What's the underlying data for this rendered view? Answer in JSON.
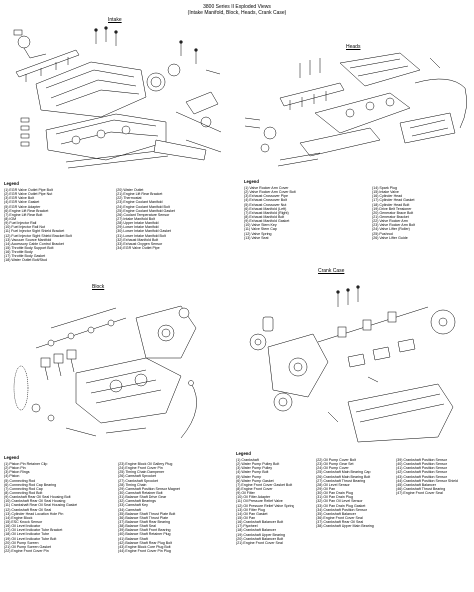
{
  "title": {
    "line1": "3800 Series II Exploded Views",
    "line2": "(Intake Manifold, Block, Heads, Crank Case)"
  },
  "sections": {
    "intake": "Intake",
    "heads": "Heads",
    "block": "Block",
    "crankcase": "Crank Case"
  },
  "legend_title": "Legend",
  "intake_legend": {
    "col1": [
      "(1) EGR Valve Outlet Pipe Bolt",
      "(2) EGR Valve Outlet Pipe Nut",
      "(3) EGR Valve Bolt",
      "(4) EGR Valve Gasket",
      "(5) EGR Valve Adapter",
      "(6) Engine Lift Rear Bracket",
      "(7) Engine Lift Rear Bolt",
      "(8) IGM",
      "(9) Fuel Injector Rail",
      "(10) Fuel Injector Rail Nut",
      "(11) Fuel Injector Sight Shield Bracket",
      "(12) Fuel Injector Sight Shield Bracket Bolt",
      "(13) Vacuum Source Manifold",
      "(14) Accessory Cable Control Bracket",
      "(15) Throttle Body Support Bolt",
      "(16) Throttle Body",
      "(17) Throttle Body Gasket",
      "(18) Water Outlet Bolt/Stud"
    ],
    "col2": [
      "(20) Water Outlet",
      "(21) Engine Lift Rear Bracket",
      "(22) Thermostat",
      "(23) Engine Coolant Manifold",
      "(24) Engine Coolant Manifold Bolt",
      "(25) Engine Coolant Manifold Gasket",
      "(26) Coolant Temperature Sensor",
      "(27) Intake Manifold Bolt",
      "(28) Upper Intake Manifold",
      "(29) Lower Intake Manifold",
      "(30) Lower Intake Manifold Gasket",
      "(31) Lower Intake Manifold Bolt",
      "(32) Exhaust Manifold Bolt",
      "(33) Exhaust Oxygen Sensor",
      "(34) EGR Valve Outlet Pipe"
    ]
  },
  "heads_legend": {
    "col1": [
      "(1) Valve Rocker Arm Cover",
      "(2) Valve Rocker Arm Cover Bolt",
      "(3) Exhaust Crossover Pipe",
      "(4) Exhaust Crossover Bolt",
      "(5) Exhaust Crossover Nut",
      "(6) Exhaust Manifold (Left)",
      "(7) Exhaust Manifold (Right)",
      "(8) Exhaust Manifold Bolt",
      "(9) Exhaust Manifold Gasket",
      "(10) Valve Stem Key",
      "(11) Valve Stem Cap",
      "(12) Valve Spring",
      "(13) Valve Seat"
    ],
    "col2": [
      "(14) Spark Plug",
      "(15) Intake Valve",
      "(16) Cylinder Head",
      "(17) Cylinder Head Gasket",
      "(18) Cylinder Head Bolt",
      "(19) Drive Belt Tensioner",
      "(20) Generator Brace Bolt",
      "(21) Generator Bracket",
      "(22) Valve Rocker Arm",
      "(23) Valve Rocker Arm Bolt",
      "(24) Valve Lifter (Roller)",
      "(25) Pushrod",
      "(26) Valve Lifter Guide"
    ]
  },
  "block_legend": {
    "col1": [
      "(1) Piston Pin Retainer Clip",
      "(2) Piston Pin",
      "(3) Piston Rings",
      "(4) Piston",
      "(5) Connecting Rod",
      "(6) Connecting Rod Cap Bearing",
      "(7) Connecting Rod Cap",
      "(8) Connecting Rod Bolt",
      "(9) Crankshaft Rear Oil Seal Housing Bolt",
      "(10) Crankshaft Rear Oil Seal Housing",
      "(11) Crankshaft Rear Oil Seal Housing Gasket",
      "(12) Crankshaft Rear Oil Seal",
      "(13) Cylinder Head Location Hole Pin",
      "(14) Engine Block",
      "(15) ESC Knock Sensor",
      "(16) Oil Level Indicator",
      "(17) Oil Level Indicator Tube Bracket",
      "(18) Oil Level Indicator Tube",
      "(19) Oil Level Indicator Tube Bolt",
      "(20) Oil Pump Screen",
      "(21) Oil Pump Screen Gasket",
      "(22) Engine Front Cover Pin"
    ],
    "col2": [
      "(23) Engine Block Oil Gallery Plug",
      "(24) Engine Front Cover Pin",
      "(25) Timing Chain Dampener",
      "(26) Camshaft Sprocket",
      "(27) Crankshaft Sprocket",
      "(28) Timing Chain",
      "(29) Camshaft Position Sensor Magnet",
      "(30) Camshaft Retainer Bolt",
      "(31) Balance Shaft Drive Gear",
      "(32) Camshaft Bearings",
      "(33) Camshaft Key",
      "(34) Camshaft",
      "(35) Balance Shaft Thrust Plate Bolt",
      "(36) Balance Shaft Thrust Plate",
      "(37) Balance Shaft Rear Bearing",
      "(38) Balance Shaft Seal",
      "(39) Balance Shaft Front Bearing",
      "(40) Balance Shaft Retainer Plug",
      "(41) Balance Shaft",
      "(42) Balance Shaft Rear Plug Bolt",
      "(43) Engine Block Core Plug Bolt",
      "(44) Engine Front Cover Pin Plug"
    ]
  },
  "crank_legend": {
    "col1": [
      "(1) Crankshaft",
      "(2) Water Pump Pulley Bolt",
      "(3) Water Pump Pulley",
      "(4) Water Pump Bolt",
      "(5) Water Pump",
      "(6) Water Pump Gasket",
      "(7) Engine Front Cover Gasket Bolt",
      "(8) Engine Front Cover",
      "(9) Oil Filter",
      "(10) Oil Filter Adapter",
      "(11) Oil Pressure Relief Valve",
      "(12) Oil Pressure Relief Valve Spring",
      "(13) Oil Filter Plug",
      "(14) Oil Pan Gasket",
      "(15) Oil Pan",
      "(16) Crankshaft Balancer Bolt",
      "(17) Flywheel",
      "(18) Crankshaft Balancer",
      "(19) Crankshaft Upper Bearing",
      "(20) Crankshaft Balancer Bolt",
      "(21) Engine Front Cover Seal"
    ],
    "col2": [
      "(22) Oil Pump Cover Bolt",
      "(23) Oil Pump Gear Set",
      "(24) Oil Pump Cover",
      "(25) Crankshaft Main Bearing Cap",
      "(26) Crankshaft Main Bearing Bolt",
      "(27) Crankshaft Thrust Bearing",
      "(28) Oil Level Sensor",
      "(29) Oil Pan",
      "(30) Oil Pan Drain Plug",
      "(31) Oil Pan Drain Plug",
      "(32) Oil Pan Oil Level Sensor",
      "(33) Oil Pan Drain Plug Gasket",
      "(34) Crankshaft Position Sensor",
      "(35) Crankshaft Balancer",
      "(36) Engine Front Cover Seal",
      "(37) Crankshaft Rear Oil Seal",
      "(38) Crankshaft Upper Main Bearing"
    ],
    "col3": [
      "(39) Crankshaft Position Sensor",
      "(40) Crankshaft Position Sensor",
      "(41) Crankshaft Position Sensor",
      "(42) Crankshaft Position Sensor",
      "(43) Crankshaft Position Sensor",
      "(44) Crankshaft Position Sensor Shield",
      "(45) Crankshaft Balancer",
      "(46) Crankshaft Thrust Bearing",
      "(47) Engine Front Cover Seal"
    ]
  }
}
